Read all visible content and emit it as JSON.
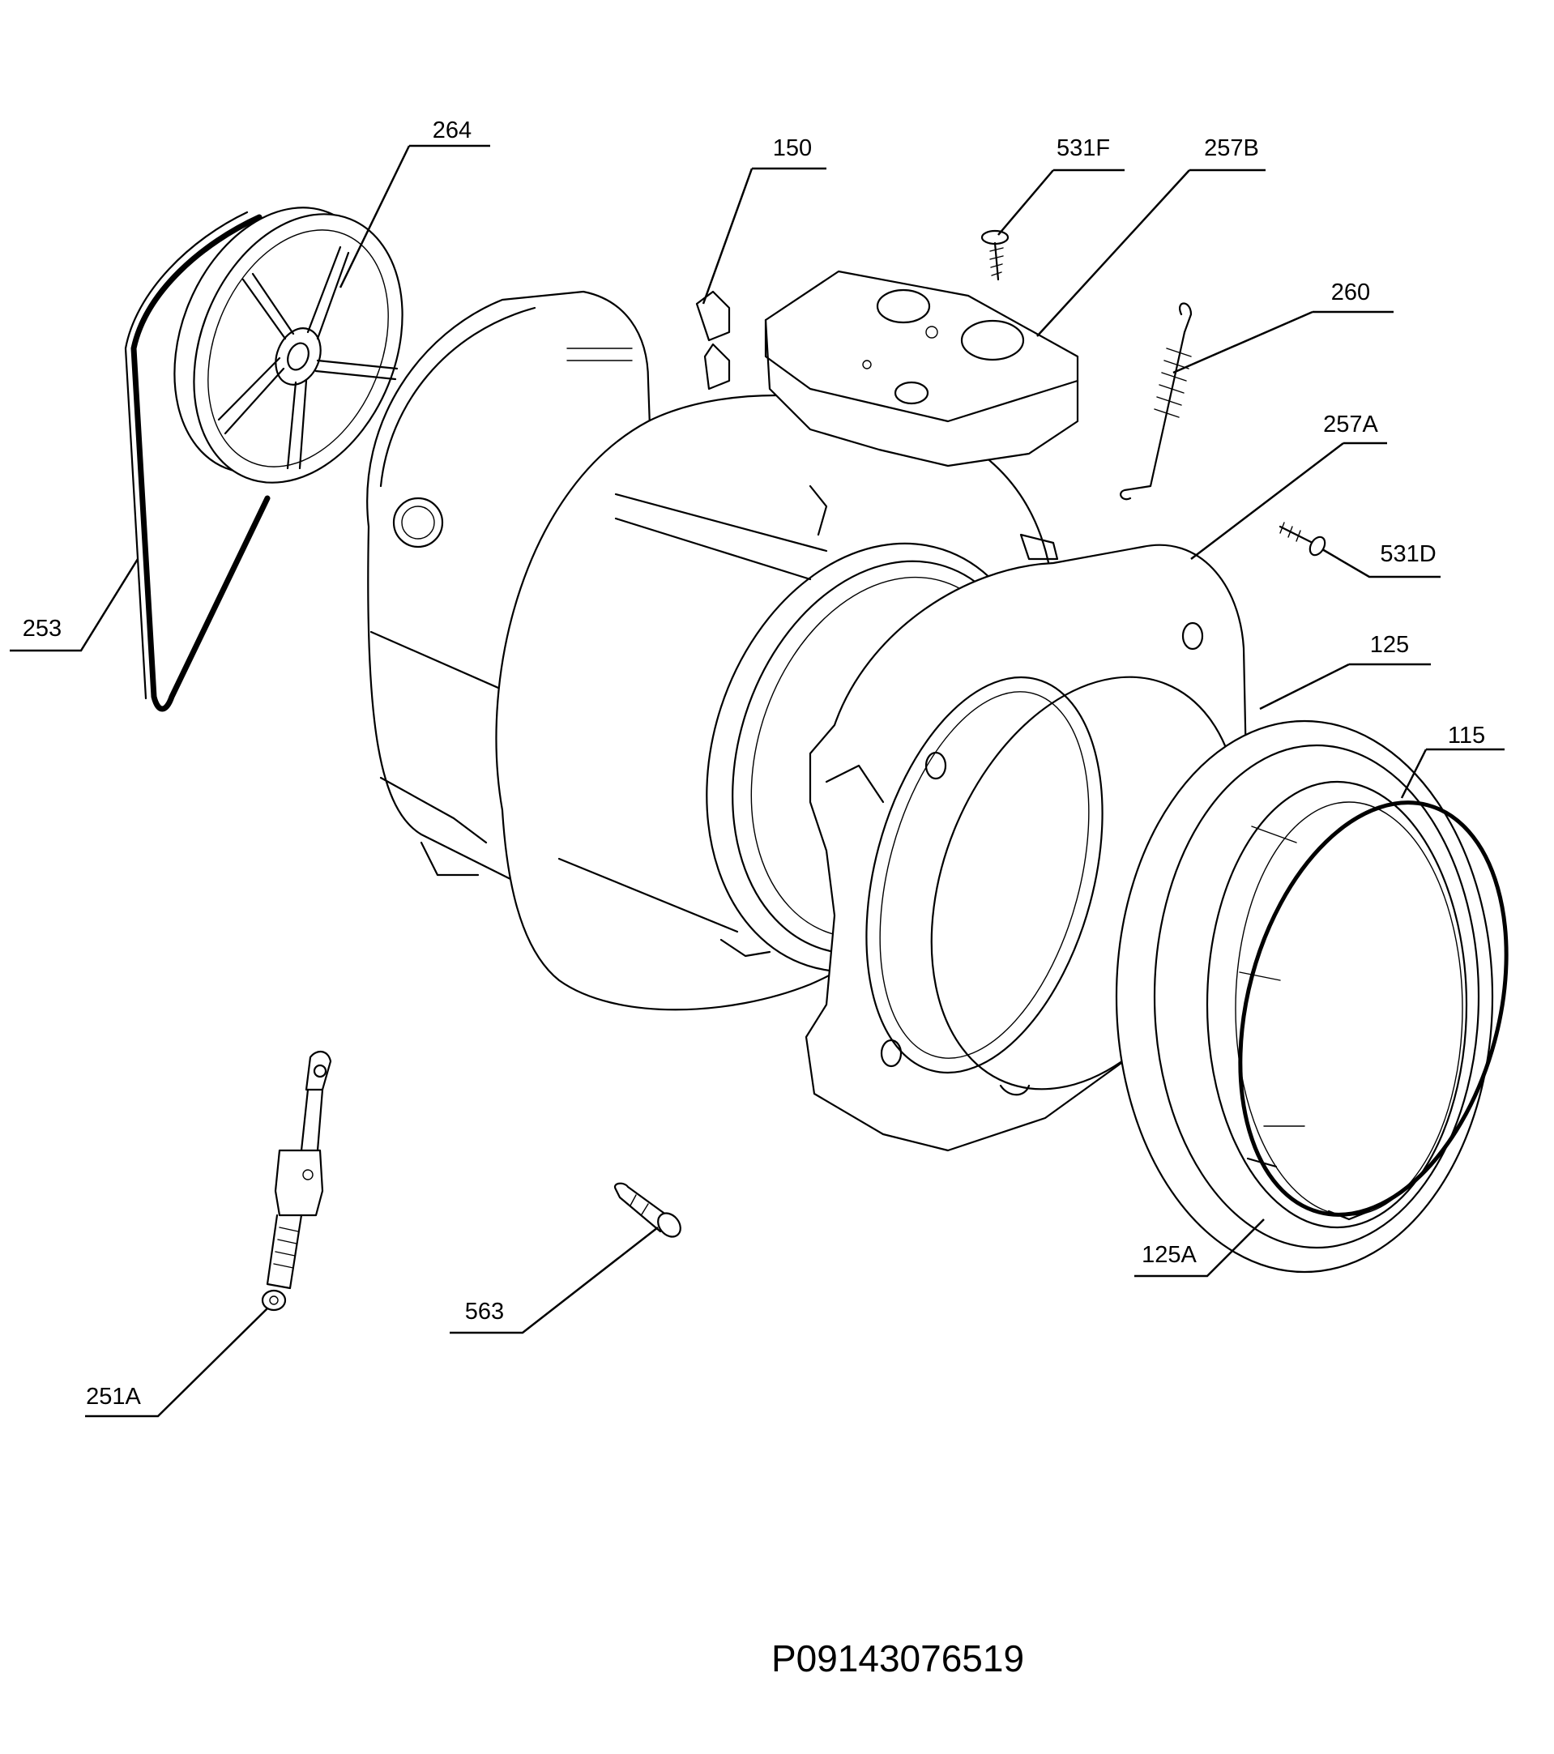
{
  "parts": [
    {
      "id": "p264",
      "label": "264"
    },
    {
      "id": "p253",
      "label": "253"
    },
    {
      "id": "p150",
      "label": "150"
    },
    {
      "id": "p531F",
      "label": "531F"
    },
    {
      "id": "p257B",
      "label": "257B"
    },
    {
      "id": "p260",
      "label": "260"
    },
    {
      "id": "p257A",
      "label": "257A"
    },
    {
      "id": "p531D",
      "label": "531D"
    },
    {
      "id": "p125",
      "label": "125"
    },
    {
      "id": "p115",
      "label": "115"
    },
    {
      "id": "p125A",
      "label": "125A"
    },
    {
      "id": "p563",
      "label": "563"
    },
    {
      "id": "p251A",
      "label": "251A"
    }
  ],
  "document": {
    "code": "P09143076519"
  }
}
